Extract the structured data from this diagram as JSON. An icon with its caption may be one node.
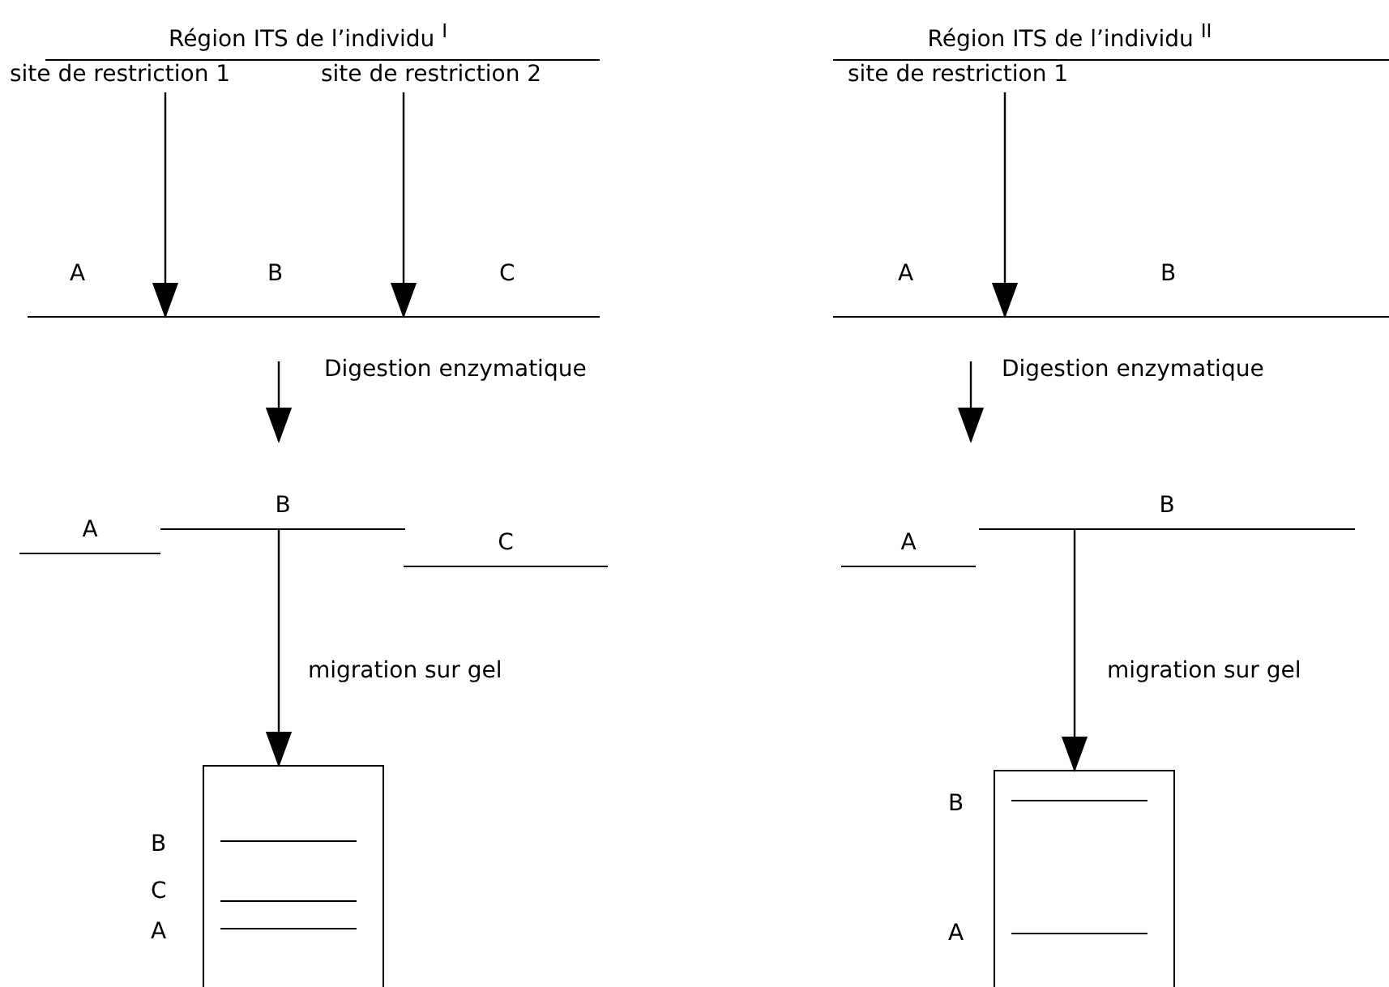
{
  "diagram": {
    "nodes": [
      {
        "text": [
          "site de restriction 1"
        ]
      },
      {
        "text": [
          "site de restriction 2"
        ]
      },
      {
        "text": [],
        "shape": "bar"
      },
      {
        "text": [
          "A"
        ]
      },
      {
        "text": [
          "B"
        ]
      },
      {
        "text": [
          "C"
        ]
      },
      {
        "text": [],
        "shape": "box"
      },
      {
        "text": [
          "site de restriction 1"
        ]
      },
      {
        "text": [],
        "shape": "bar"
      },
      {
        "text": [
          "A"
        ]
      },
      {
        "text": [
          "B"
        ]
      },
      {
        "text": [],
        "shape": "box"
      }
    ],
    "edges": [
      {
        "from": 0,
        "to": 2,
        "arrow": "to"
      },
      {
        "from": 1,
        "to": 2,
        "arrow": "to"
      },
      {
        "from": 2,
        "to": 4,
        "arrow": "to",
        "label": "Digestion enzymatique"
      },
      {
        "from": 4,
        "to": 6,
        "arrow": "to",
        "label": "migration sur gel"
      },
      {
        "from": 7,
        "to": 8,
        "arrow": "to"
      },
      {
        "from": 8,
        "to": 9,
        "arrow": "to",
        "label": "Digestion enzymatique"
      },
      {
        "from": 10,
        "to": 11,
        "arrow": "to",
        "label": "migration sur gel"
      }
    ],
    "labels": [
      "Région ITS de l’individu $^{I}$",
      "Région ITS de l’individu $^{II}$",
      "A",
      "B",
      "C",
      "A",
      "B",
      "B",
      "C",
      "A",
      "B",
      "A"
    ]
  }
}
